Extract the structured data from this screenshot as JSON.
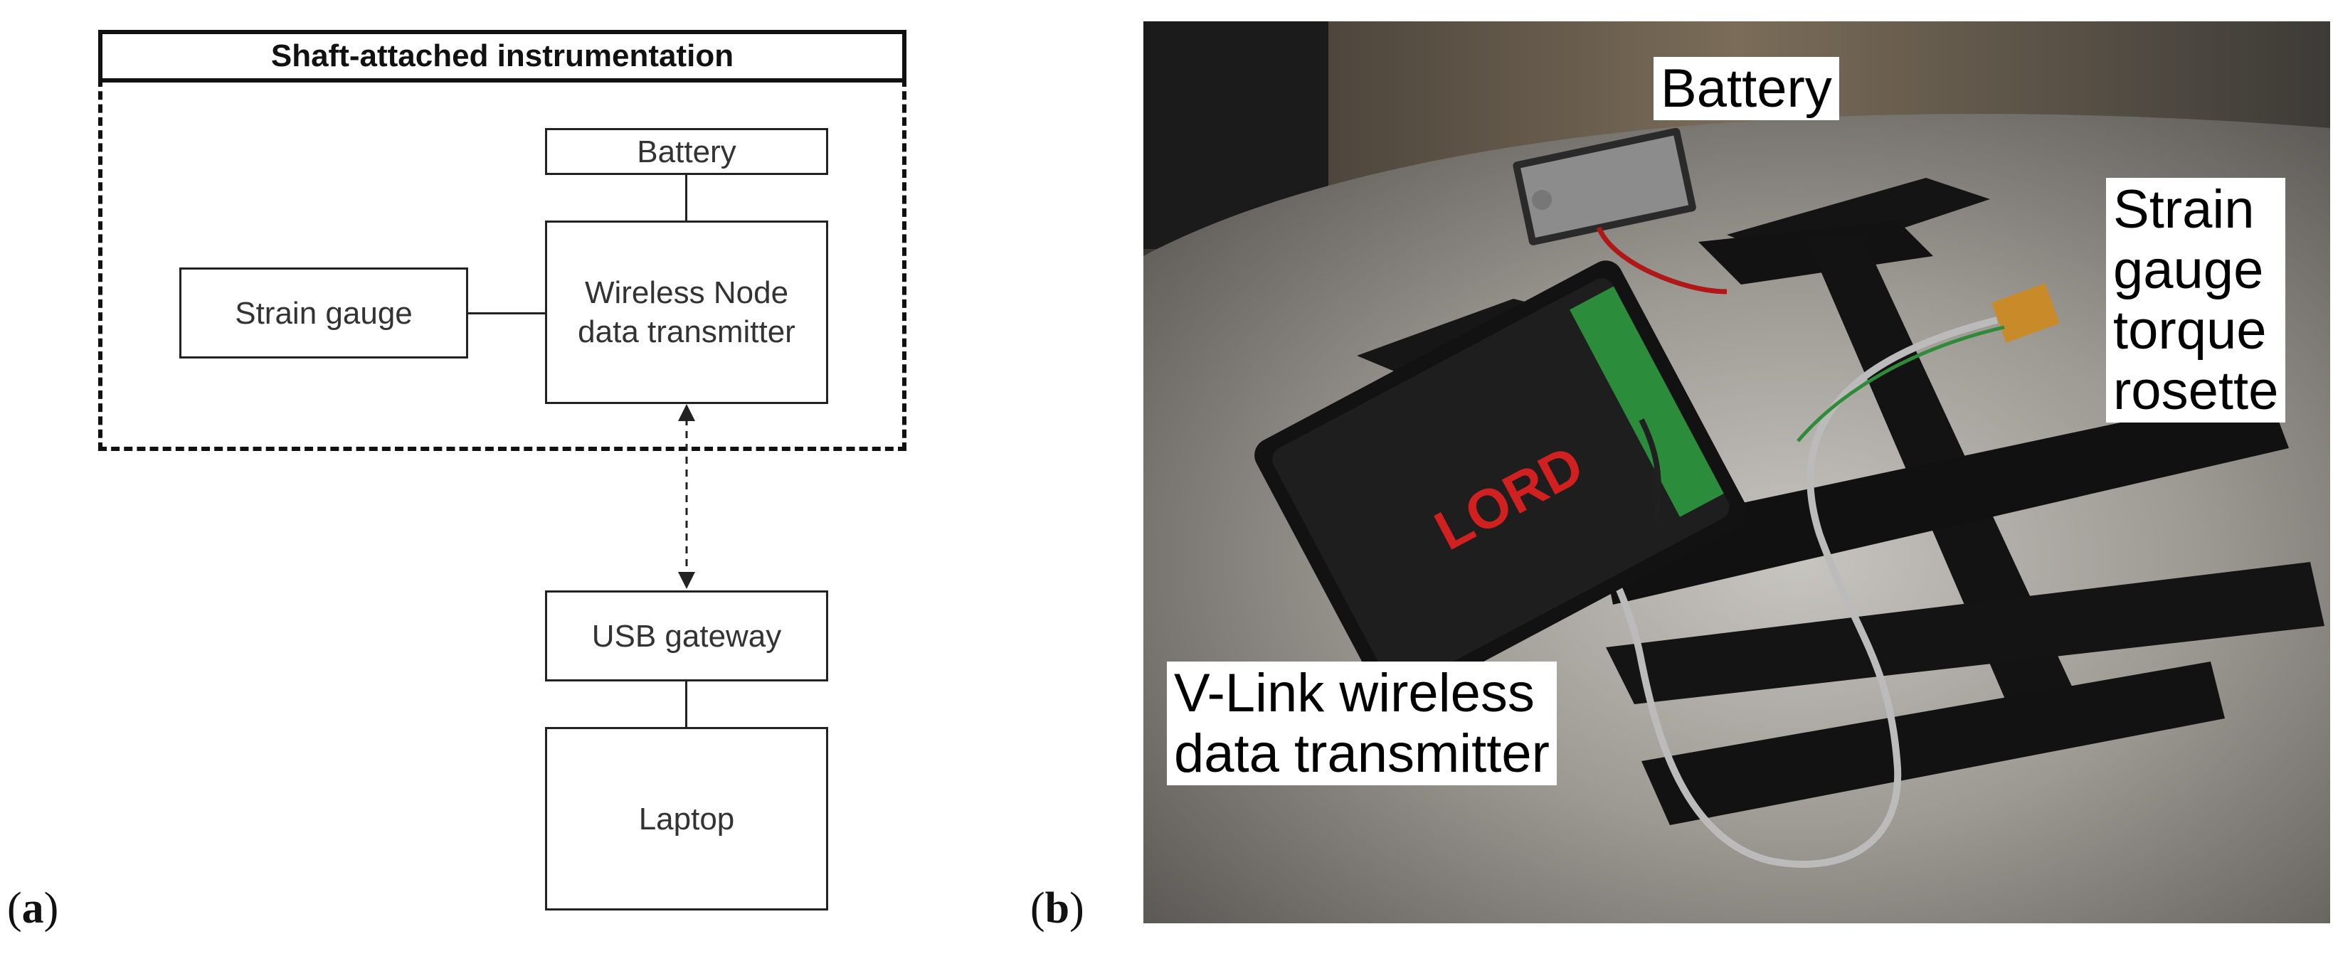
{
  "panel_a": {
    "letter": "a",
    "group_title": "Shaft-attached instrumentation",
    "battery": "Battery",
    "wireless_node_line1": "Wireless Node",
    "wireless_node_line2": "data transmitter",
    "strain_gauge": "Strain gauge",
    "usb_gateway": "USB gateway",
    "laptop": "Laptop"
  },
  "panel_b": {
    "letter": "b",
    "label_battery": "Battery",
    "label_strain_line1": "Strain",
    "label_strain_line2": "gauge",
    "label_strain_line3": "torque",
    "label_strain_line4": "rosette",
    "label_vlink_line1": "V-Link wireless",
    "label_vlink_line2": "data transmitter",
    "brand_on_device": "LORD"
  }
}
